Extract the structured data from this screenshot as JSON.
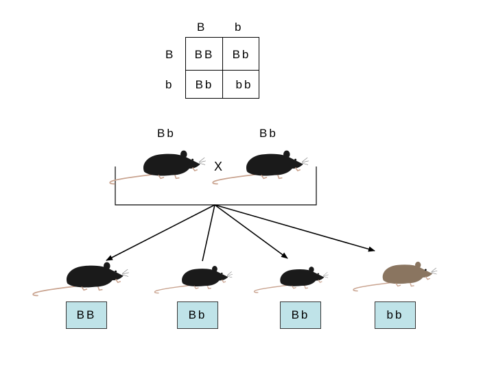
{
  "punnett": {
    "col_headers": [
      "B",
      "b"
    ],
    "row_headers": [
      "B",
      "b"
    ],
    "cells": [
      [
        "BB",
        "Bb"
      ],
      [
        "Bb",
        "bb"
      ]
    ]
  },
  "parents": {
    "left_label": "Bb",
    "right_label": "Bb",
    "cross_symbol": "X",
    "left_color": "#1a1a1a",
    "right_color": "#1a1a1a"
  },
  "offspring": [
    {
      "label": "BB",
      "fur_color": "#1a1a1a"
    },
    {
      "label": "Bb",
      "fur_color": "#1a1a1a"
    },
    {
      "label": "Bb",
      "fur_color": "#1a1a1a"
    },
    {
      "label": "bb",
      "fur_color": "#8a7560"
    }
  ],
  "colors": {
    "label_box": "#bfe3e8",
    "line": "#000000"
  }
}
